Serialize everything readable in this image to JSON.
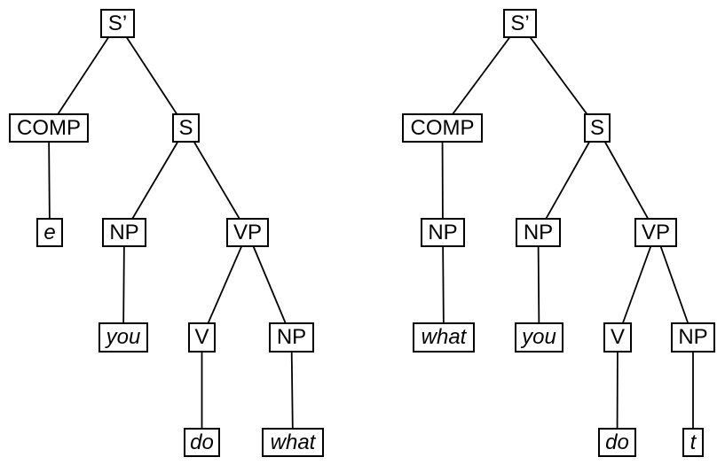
{
  "canvas": {
    "background_color": "#ffffff",
    "line_color": "#000000"
  },
  "trees": [
    {
      "id": "left",
      "nodes": [
        {
          "id": "s-bar",
          "label": "S’"
        },
        {
          "id": "comp",
          "label": "COMP"
        },
        {
          "id": "s",
          "label": "S"
        },
        {
          "id": "e",
          "label": "e",
          "italic": true
        },
        {
          "id": "np-subj",
          "label": "NP"
        },
        {
          "id": "vp",
          "label": "VP"
        },
        {
          "id": "you",
          "label": "you",
          "italic": true
        },
        {
          "id": "v",
          "label": "V"
        },
        {
          "id": "np-obj",
          "label": "NP"
        },
        {
          "id": "do",
          "label": "do",
          "italic": true
        },
        {
          "id": "what",
          "label": "what",
          "italic": true
        }
      ],
      "edges": [
        [
          0,
          1
        ],
        [
          0,
          2
        ],
        [
          1,
          3
        ],
        [
          2,
          4
        ],
        [
          2,
          5
        ],
        [
          4,
          6
        ],
        [
          5,
          7
        ],
        [
          5,
          8
        ],
        [
          7,
          9
        ],
        [
          8,
          10
        ]
      ]
    },
    {
      "id": "right",
      "nodes": [
        {
          "id": "s-bar",
          "label": "S’"
        },
        {
          "id": "comp",
          "label": "COMP"
        },
        {
          "id": "s",
          "label": "S"
        },
        {
          "id": "np-comp",
          "label": "NP"
        },
        {
          "id": "np-subj",
          "label": "NP"
        },
        {
          "id": "vp",
          "label": "VP"
        },
        {
          "id": "what",
          "label": "what",
          "italic": true
        },
        {
          "id": "you",
          "label": "you",
          "italic": true
        },
        {
          "id": "v",
          "label": "V"
        },
        {
          "id": "np-obj",
          "label": "NP"
        },
        {
          "id": "do",
          "label": "do",
          "italic": true
        },
        {
          "id": "t",
          "label": "t",
          "italic": true
        }
      ],
      "edges": [
        [
          0,
          1
        ],
        [
          0,
          2
        ],
        [
          1,
          3
        ],
        [
          2,
          4
        ],
        [
          2,
          5
        ],
        [
          3,
          6
        ],
        [
          4,
          7
        ],
        [
          5,
          8
        ],
        [
          5,
          9
        ],
        [
          8,
          10
        ],
        [
          9,
          11
        ]
      ]
    }
  ]
}
